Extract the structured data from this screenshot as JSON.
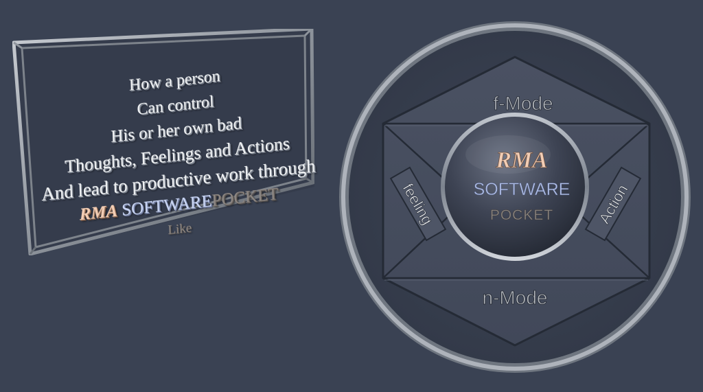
{
  "panel": {
    "lines": [
      "How a person",
      "Can control",
      "His or her own bad",
      "Thoughts, Feelings and Actions",
      "And lead to productive work through"
    ],
    "brand": {
      "rma": "RMA",
      "software": "SOFTWARE",
      "pocket": "POCKET"
    },
    "like": "Like"
  },
  "diagram": {
    "top_mode": "f-Mode",
    "bottom_mode": "n-Mode",
    "left_label": "feeling",
    "right_label": "Action",
    "center": {
      "rma": "RMA",
      "software": "SOFTWARE",
      "pocket": "POCKET"
    }
  },
  "colors": {
    "background": "#3a4253",
    "rma": "#f2cdb4",
    "software": "#c8d4f2",
    "pocket": "#8c8682"
  }
}
